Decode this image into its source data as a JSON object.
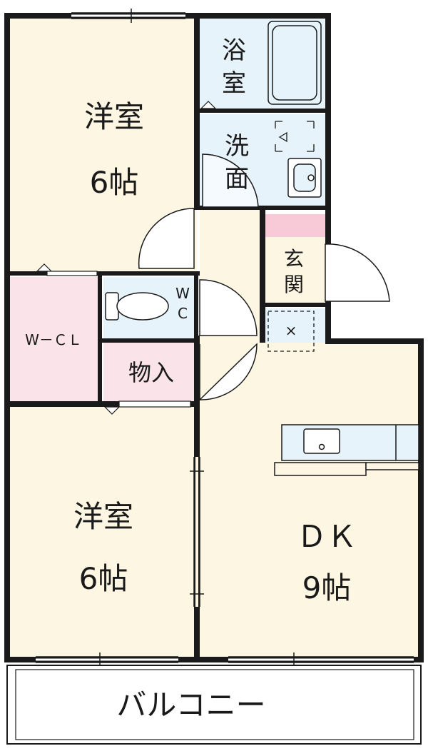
{
  "rooms": {
    "western1": {
      "name": "洋室",
      "size": "6帖"
    },
    "western2": {
      "name": "洋室",
      "size": "6帖"
    },
    "bath": {
      "line1": "浴",
      "line2": "室"
    },
    "washroom": {
      "line1": "洗",
      "line2": "面"
    },
    "entrance": {
      "line1": "玄",
      "line2": "関"
    },
    "toilet": {
      "line1": "W",
      "line2": "C"
    },
    "wcl": {
      "name": "W－ＣＬ"
    },
    "storage": {
      "name": "物入"
    },
    "dk": {
      "name": "ＤＫ",
      "size": "9帖"
    },
    "balcony": {
      "name": "バルコニー"
    }
  },
  "colors": {
    "wall": "#1a1a1a",
    "room_cream": "#fdf6e3",
    "wet_blue": "#e6f3fb",
    "closet_pink": "#fbe3ea",
    "entrance_pink": "#f8c9d6"
  }
}
